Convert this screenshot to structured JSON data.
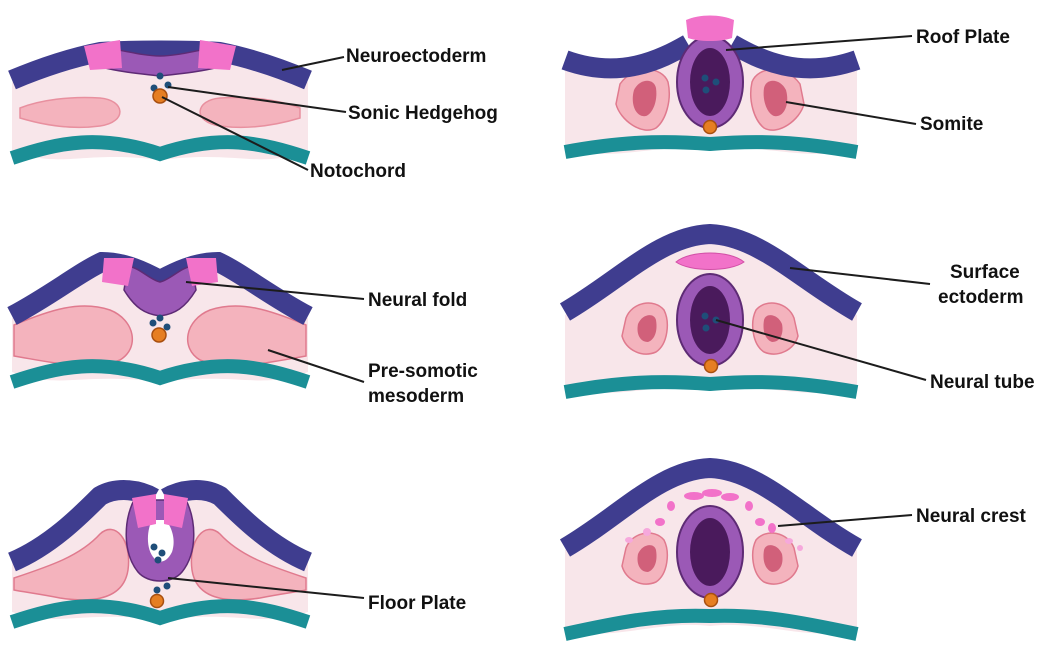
{
  "labels": {
    "neuroectoderm": "Neuroectoderm",
    "sonic_hedgehog": "Sonic Hedgehog",
    "notochord": "Notochord",
    "neural_fold": "Neural fold",
    "pre_somitic_line1": "Pre-somotic",
    "pre_somitic_line2": "mesoderm",
    "floor_plate": "Floor Plate",
    "roof_plate": "Roof Plate",
    "somite": "Somite",
    "surface_ectoderm_line1": "Surface",
    "surface_ectoderm_line2": "ectoderm",
    "neural_tube": "Neural tube",
    "neural_crest": "Neural crest"
  },
  "colors": {
    "ectoderm": "#3f3d8f",
    "neural_plate": "#9b59b6",
    "neural_plate_dark": "#5e2b75",
    "tube_lumen": "#4a1a5c",
    "hinge_pink": "#f272c9",
    "mesoderm_fill": "#f4b3bd",
    "mesoderm_edge": "#e07a8e",
    "somite_core": "#d1607a",
    "tissue_bg": "#f8e6ea",
    "endoderm": "#1b8f96",
    "notochord": "#e67e22",
    "shh_dot": "#1f4e79"
  }
}
